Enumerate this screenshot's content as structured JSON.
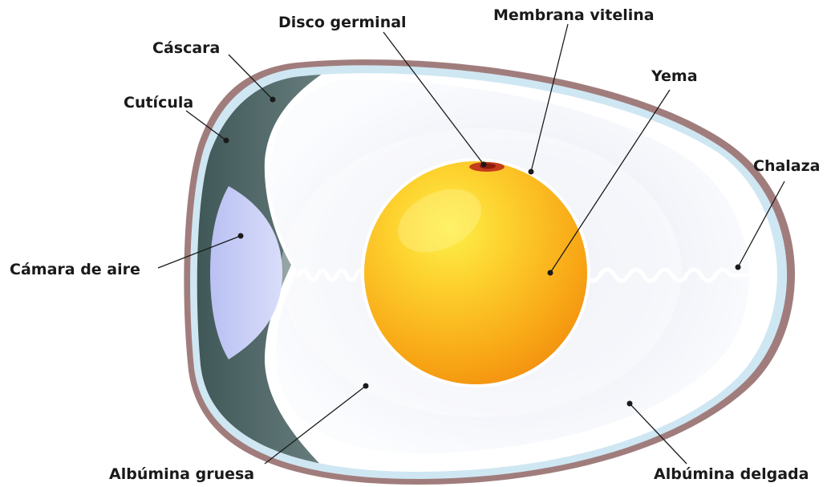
{
  "diagram": {
    "labels": {
      "shell": "Cáscara",
      "cuticle": "Cutícula",
      "germinal_disc": "Disco germinal",
      "vitelline_membrane": "Membrana vitelina",
      "yolk": "Yema",
      "chalaza": "Chalaza",
      "air_cell": "Cámara de aire",
      "thick_albumen": "Albúmina gruesa",
      "thin_albumen": "Albúmina delgada"
    },
    "colors": {
      "shell": "#a07d7c",
      "membrane": "#cfe7f3",
      "air_space_dark": "#4f6464",
      "air_cell": "#c9cff6",
      "albumen": "#f4f6fb",
      "yolk_outer": "#f7a313",
      "yolk_inner": "#fdd734",
      "germinal_disc": "#c43d1c",
      "chalaza": "#ffffff"
    }
  }
}
